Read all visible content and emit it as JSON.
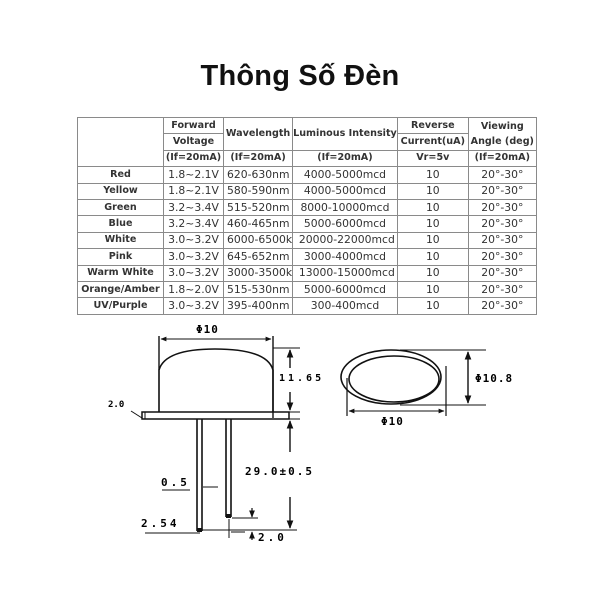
{
  "title": "Thông Số Đèn",
  "table": {
    "headers": {
      "forward_voltage_top": "Forward",
      "forward_voltage_bottom": "Voltage",
      "wavelength": "Wavelength",
      "luminous_intensity": "Luminous Intensity",
      "reverse_top": "Reverse",
      "reverse_bottom": "Current(uA)",
      "viewing_top": "Viewing",
      "viewing_bottom": "Angle (deg)"
    },
    "conditions": {
      "forward_voltage": "(If=20mA)",
      "wavelength": "(If=20mA)",
      "luminous_intensity": "(If=20mA)",
      "reverse": "Vr=5v",
      "viewing": "(If=20mA)"
    },
    "rows": [
      {
        "color": "Red",
        "voltage": "1.8~2.1V",
        "wavelength": "620-630nm",
        "intensity": "4000-5000mcd",
        "reverse": "10",
        "angle": "20°-30°"
      },
      {
        "color": "Yellow",
        "voltage": "1.8~2.1V",
        "wavelength": "580-590nm",
        "intensity": "4000-5000mcd",
        "reverse": "10",
        "angle": "20°-30°"
      },
      {
        "color": "Green",
        "voltage": "3.2~3.4V",
        "wavelength": "515-520nm",
        "intensity": "8000-10000mcd",
        "reverse": "10",
        "angle": "20°-30°"
      },
      {
        "color": "Blue",
        "voltage": "3.2~3.4V",
        "wavelength": "460-465nm",
        "intensity": "5000-6000mcd",
        "reverse": "10",
        "angle": "20°-30°"
      },
      {
        "color": "White",
        "voltage": "3.0~3.2V",
        "wavelength": "6000-6500k",
        "intensity": "20000-22000mcd",
        "reverse": "10",
        "angle": "20°-30°"
      },
      {
        "color": "Pink",
        "voltage": "3.0~3.2V",
        "wavelength": "645-652nm",
        "intensity": "3000-4000mcd",
        "reverse": "10",
        "angle": "20°-30°"
      },
      {
        "color": "Warm White",
        "voltage": "3.0~3.2V",
        "wavelength": "3000-3500k",
        "intensity": "13000-15000mcd",
        "reverse": "10",
        "angle": "20°-30°"
      },
      {
        "color": "Orange/Amber",
        "voltage": "1.8~2.0V",
        "wavelength": "515-530nm",
        "intensity": "5000-6000mcd",
        "reverse": "10",
        "angle": "20°-30°"
      },
      {
        "color": "UV/Purple",
        "voltage": "3.0~3.2V",
        "wavelength": "395-400nm",
        "intensity": "300-400mcd",
        "reverse": "10",
        "angle": "20°-30°"
      }
    ]
  },
  "drawing": {
    "side_view": {
      "dome_diameter": "Φ10",
      "dome_height": "11.65",
      "flange_thickness": "2.0",
      "lead_length": "29.0±0.5",
      "lead_width": "0.5",
      "lead_pitch": "2.54",
      "lead_offset": "2.0"
    },
    "end_view": {
      "inner_diameter": "Φ10",
      "flange_diameter": "Φ10.8"
    }
  }
}
